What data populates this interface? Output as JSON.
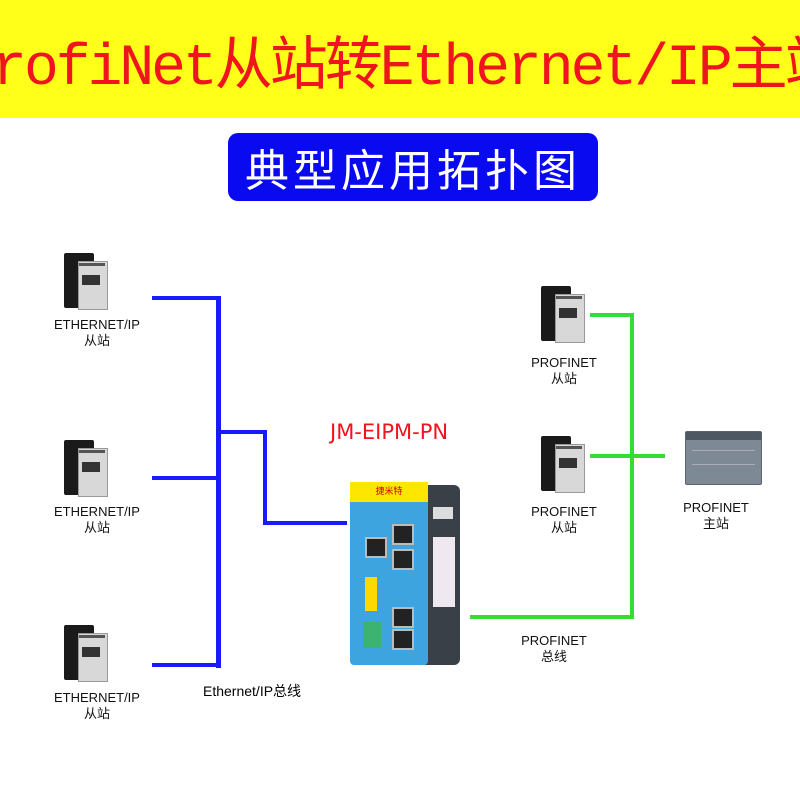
{
  "header": {
    "title": "ProfiNet从站转Ethernet/IP主站",
    "subtitle": "典型应用拓扑图"
  },
  "ethernetip_slaves": [
    {
      "line1": "ETHERNET/IP",
      "line2": "从站"
    },
    {
      "line1": "ETHERNET/IP",
      "line2": "从站"
    },
    {
      "line1": "ETHERNET/IP",
      "line2": "从站"
    }
  ],
  "ethernetip_bus_label": "Ethernet/IP总线",
  "gateway": {
    "model": "JM-EIPM-PN",
    "brand": "捷米特"
  },
  "profinet_slaves": [
    {
      "line1": "PROFINET",
      "line2": "从站"
    },
    {
      "line1": "PROFINET",
      "line2": "从站"
    }
  ],
  "profinet_master": {
    "line1": "PROFINET",
    "line2": "主站"
  },
  "profinet_bus_label": {
    "line1": "PROFINET",
    "line2": "总线"
  },
  "colors": {
    "ethernetip_line": "#1a1aff",
    "profinet_line": "#33dd33",
    "title": "#f0141e",
    "banner": "#ffff1a"
  }
}
